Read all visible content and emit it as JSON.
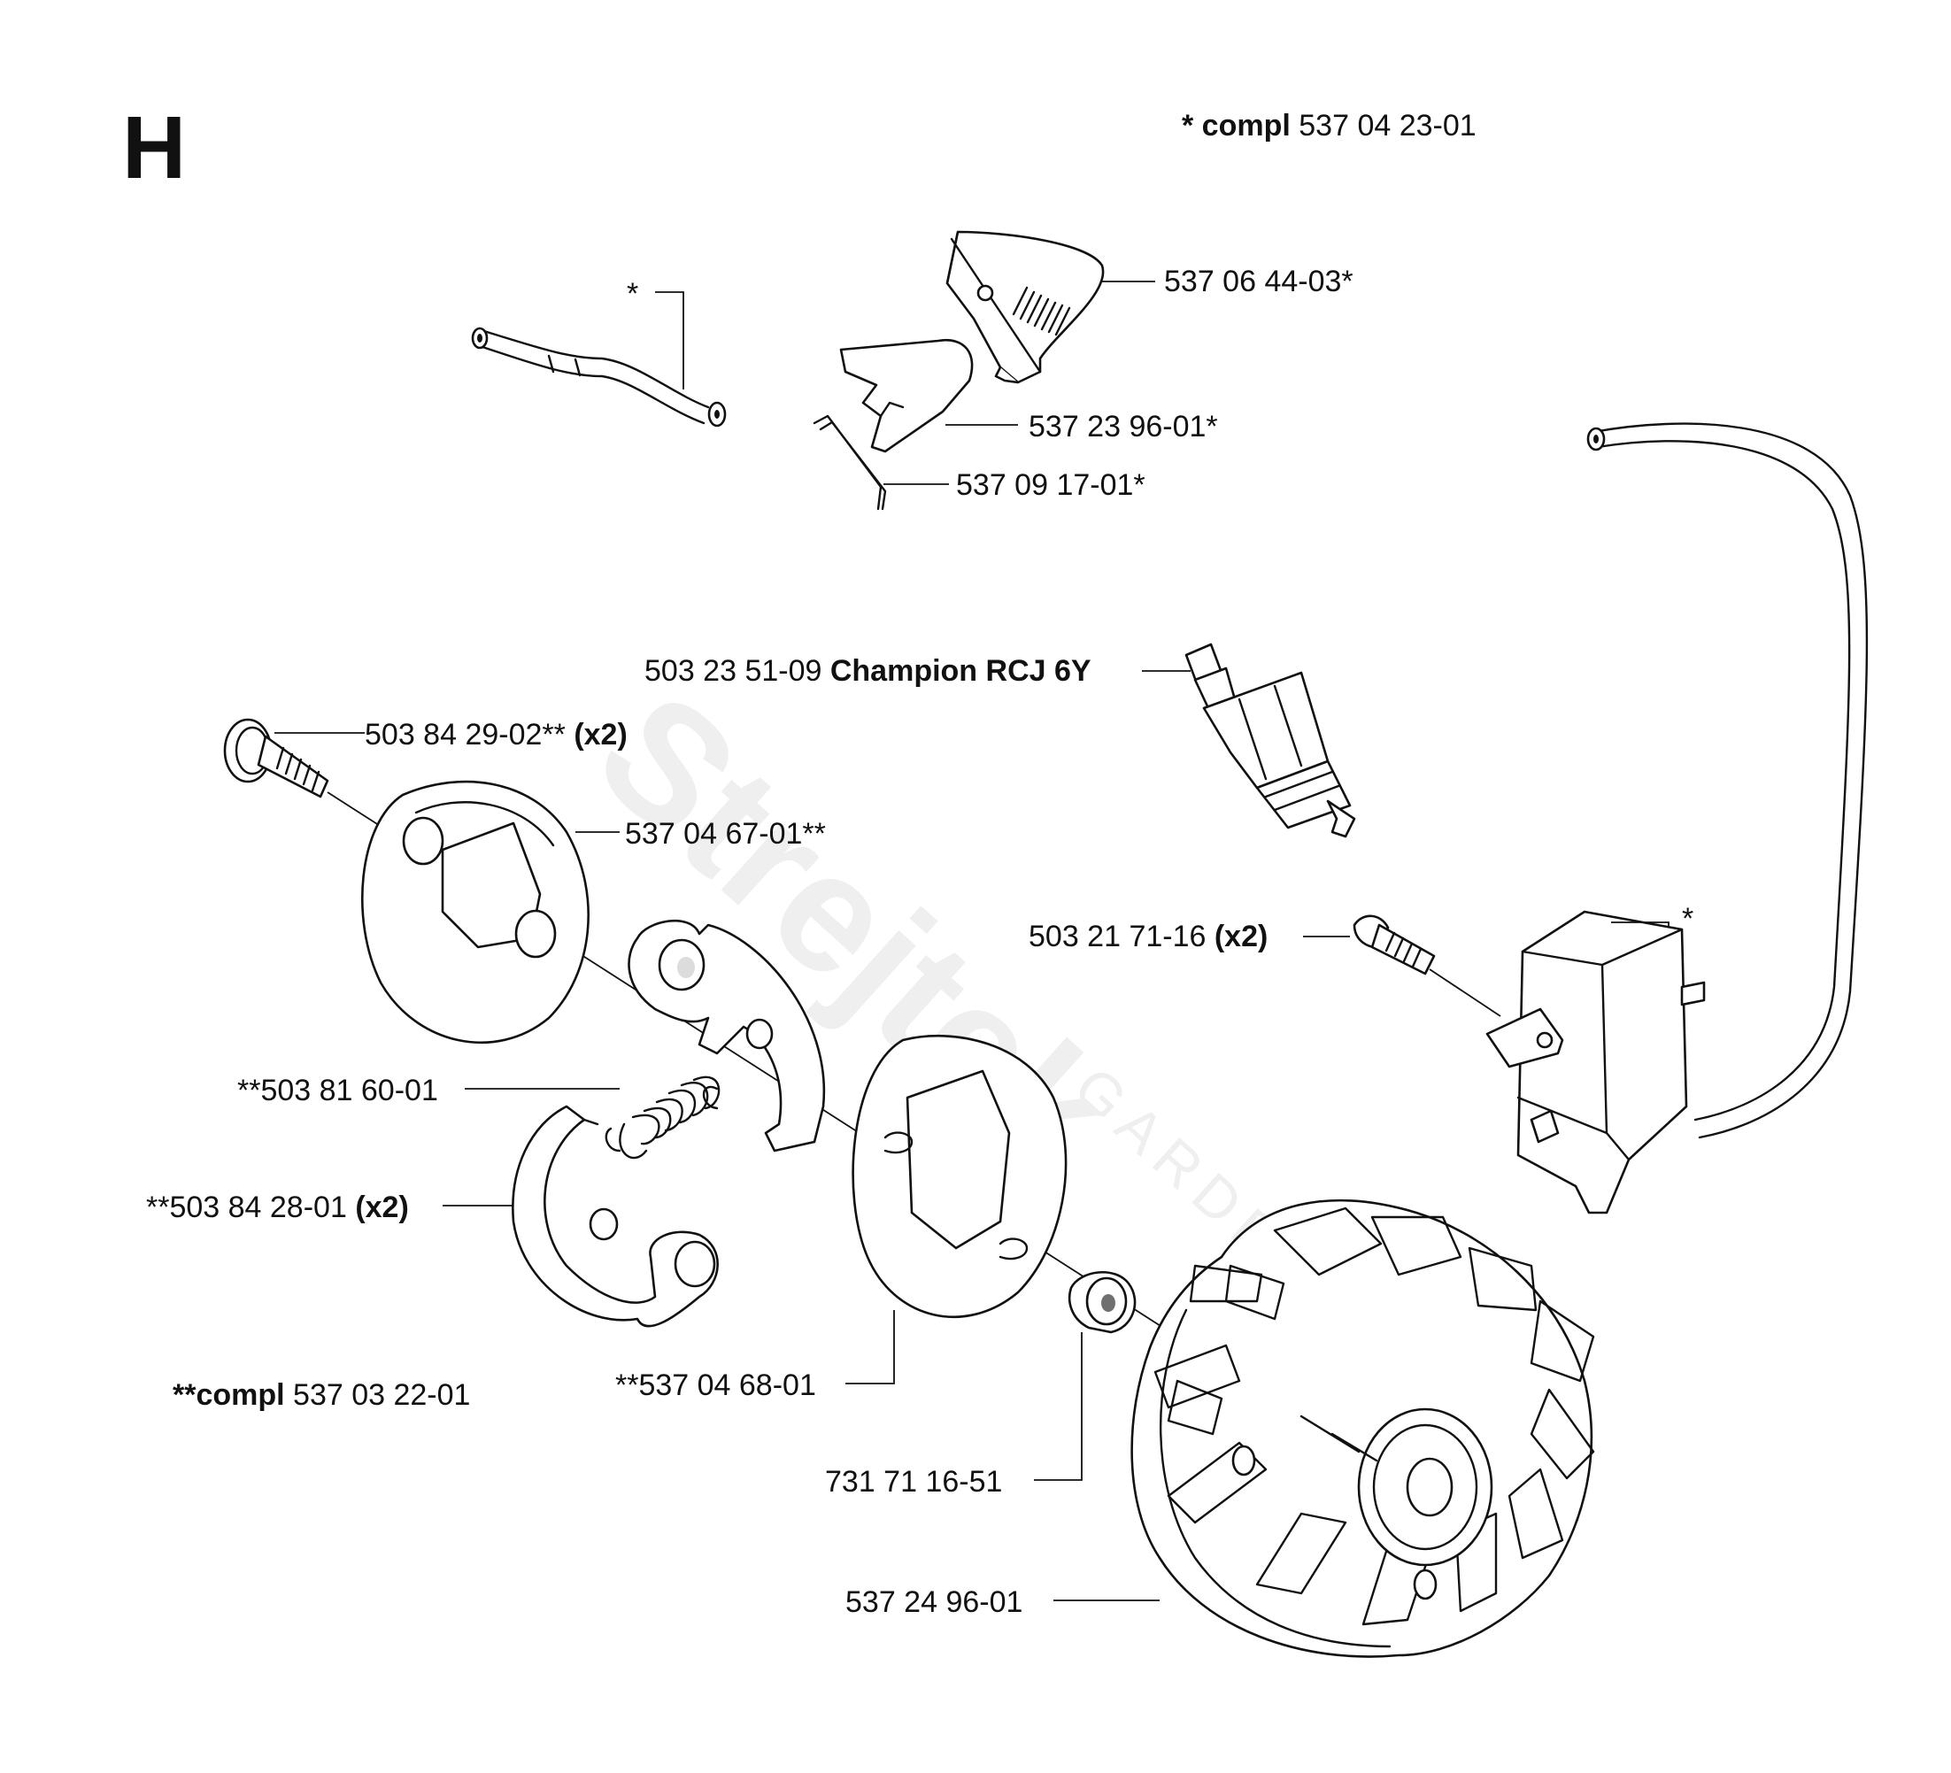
{
  "section_letter": "H",
  "watermark": {
    "brand": "Strejtek",
    "sub": "GARDEN"
  },
  "labels": {
    "compl_top": {
      "prefix": "* compl",
      "part": "537 04 23-01"
    },
    "cover": "537 06 44-03*",
    "fuel_hose_star": "*",
    "cover_plate": "537 23 96-01*",
    "clip": "537 09 17-01*",
    "spark_plug": {
      "part": "503 23 51-09",
      "name": "Champion RCJ 6Y"
    },
    "shoulder_screw": {
      "part": "503 84 29-02**",
      "qty": "(x2)"
    },
    "clutch_plate_rear": "537 04 67-01**",
    "screw_module": {
      "part": "503 21 71-16",
      "qty": "(x2)"
    },
    "ignition_module_star": "*",
    "spring": "**503 81 60-01",
    "clutch_shoe": {
      "part": "**503 84 28-01",
      "qty": "(x2)"
    },
    "compl_clutch": {
      "prefix": "**compl",
      "part": "537 03 22-01"
    },
    "clutch_plate_front": "**537 04 68-01",
    "washer": "731 71 16-51",
    "flywheel": "537 24 96-01"
  }
}
